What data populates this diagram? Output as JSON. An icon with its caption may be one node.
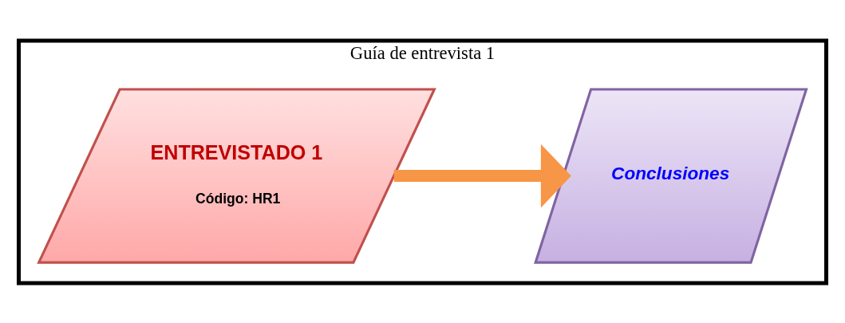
{
  "diagram": {
    "nodes": [
      {
        "text": [
          "Guía de entrevista 1"
        ]
      },
      {
        "text": [
          "ENTREVISTADO 1",
          "Código: HR1"
        ],
        "in": 0
      },
      {
        "text": [
          "Conclusiones"
        ],
        "in": 0
      }
    ],
    "edges": [
      {
        "from": 1,
        "to": 2,
        "arrow": "to",
        "color": "#f79646"
      }
    ]
  }
}
